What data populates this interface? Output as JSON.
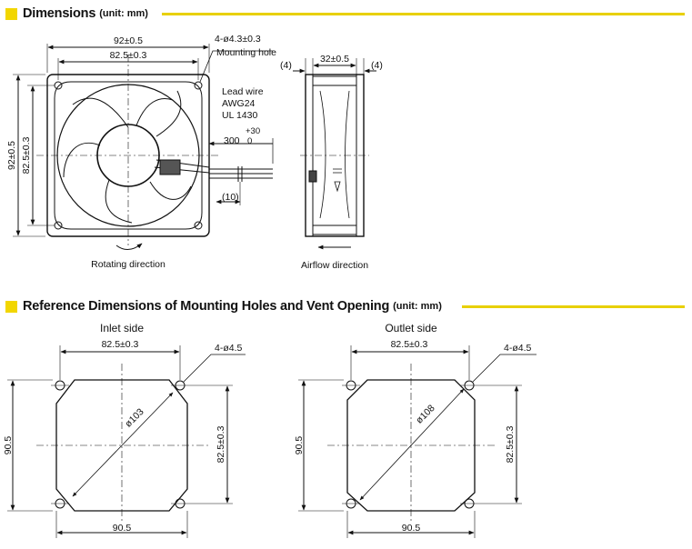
{
  "section1": {
    "title": "Dimensions",
    "unit": "(unit: mm)"
  },
  "section2": {
    "title": "Reference Dimensions of Mounting Holes and Vent Opening",
    "unit": "(unit: mm)"
  },
  "front_view": {
    "width_outer": "92±0.5",
    "width_pitch": "82.5±0.3",
    "height_outer": "92±0.5",
    "height_pitch": "82.5±0.3",
    "holes": "4-ø4.3±0.3",
    "holes_label": "Mounting hole",
    "lead_wire_lines": [
      "Lead wire",
      "AWG24",
      "UL 1430"
    ],
    "lead_length": "300",
    "lead_tolerance": "+30",
    "lead_tolerance_low": "0",
    "strip_length": "(10)",
    "rotation_label": "Rotating direction"
  },
  "side_view": {
    "depth": "32±0.5",
    "offset_left": "(4)",
    "offset_right": "(4)",
    "airflow_label": "Airflow direction"
  },
  "inlet": {
    "title": "Inlet side",
    "pitch_top": "82.5±0.3",
    "holes": "4-ø4.5",
    "diameter": "ø103",
    "height": "90.5",
    "pitch_right": "82.5±0.3",
    "width_bottom": "90.5"
  },
  "outlet": {
    "title": "Outlet side",
    "pitch_top": "82.5±0.3",
    "holes": "4-ø4.5",
    "diameter": "ø108",
    "height": "90.5",
    "pitch_right": "82.5±0.3",
    "width_bottom": "90.5"
  },
  "colors": {
    "accent": "#f2d600",
    "line": "#e8d000",
    "ink": "#111111"
  }
}
